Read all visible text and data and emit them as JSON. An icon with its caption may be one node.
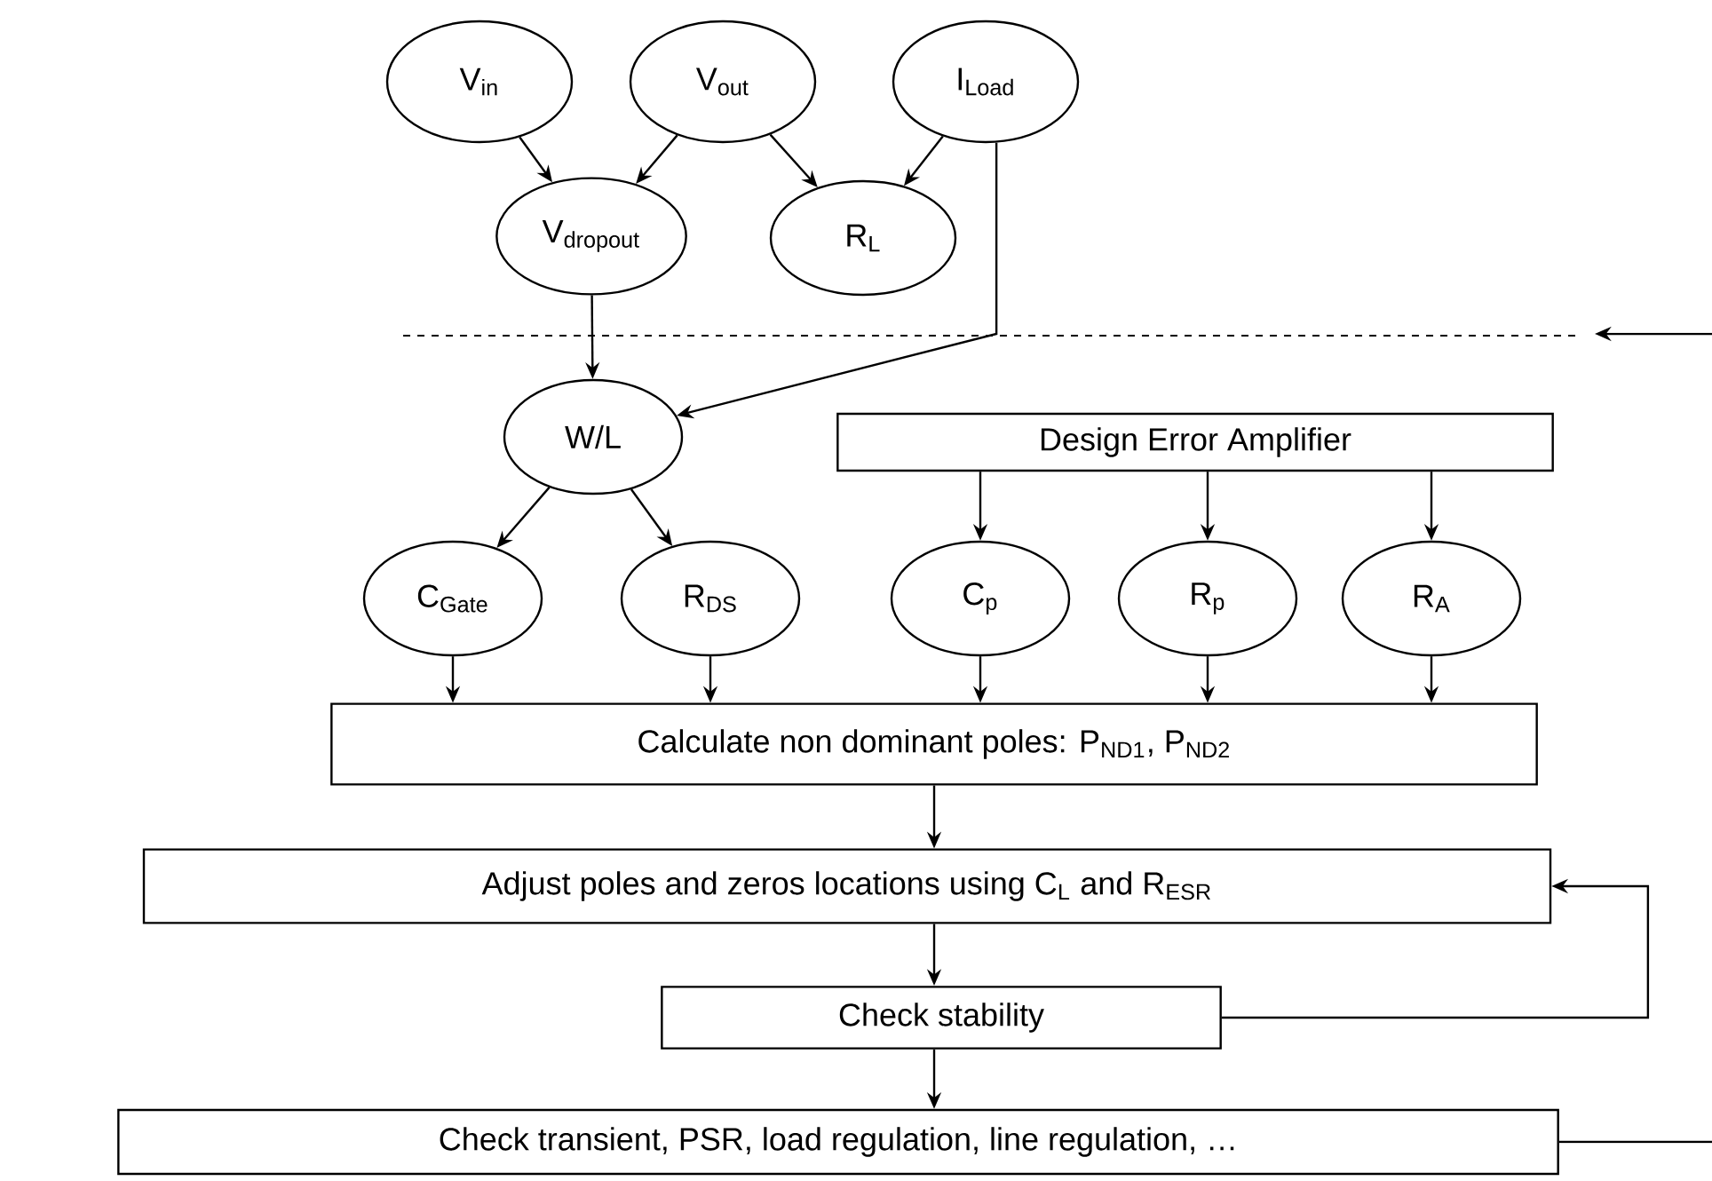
{
  "diagram": {
    "nodes": [
      {
        "text": [
          "V$_{in}$"
        ]
      },
      {
        "text": [
          "V$_{out}$"
        ]
      },
      {
        "text": [
          "I$_{Load}$"
        ]
      },
      {
        "text": [
          "V$_{dropout}$"
        ]
      },
      {
        "text": [
          "R$_{L}$"
        ]
      },
      {
        "text": [
          "W/L"
        ]
      },
      {
        "text": [
          "Design Error Amplifier"
        ]
      },
      {
        "text": [
          "C$_{Gate}$"
        ]
      },
      {
        "text": [
          "R$_{DS}$"
        ]
      },
      {
        "text": [
          "C$_{p}$"
        ]
      },
      {
        "text": [
          "R$_{p}$"
        ]
      },
      {
        "text": [
          "R$_{A}$"
        ]
      },
      {
        "text": [
          "Calculate non dominant poles: P$_{ND1}$, P$_{ND2}$"
        ]
      },
      {
        "text": [
          "Adjust poles and zeros locations using C$_{L}$ and R$_{ESR}$"
        ]
      },
      {
        "text": [
          "Check stability"
        ]
      },
      {
        "text": [
          "Check transient, PSR, load regulation, line regulation, …"
        ]
      }
    ],
    "edges": [
      {
        "from": 0,
        "to": 3,
        "arrow": "to"
      },
      {
        "from": 1,
        "to": 3,
        "arrow": "to"
      },
      {
        "from": 1,
        "to": 4,
        "arrow": "to"
      },
      {
        "from": 2,
        "to": 4,
        "arrow": "to"
      },
      {
        "from": 3,
        "to": 5,
        "arrow": "to"
      },
      {
        "from": 2,
        "to": 5,
        "arrow": "to"
      },
      {
        "from": 5,
        "to": 7,
        "arrow": "to"
      },
      {
        "from": 5,
        "to": 8,
        "arrow": "to"
      },
      {
        "from": 6,
        "to": 9,
        "arrow": "to"
      },
      {
        "from": 6,
        "to": 10,
        "arrow": "to"
      },
      {
        "from": 6,
        "to": 11,
        "arrow": "to"
      },
      {
        "from": 7,
        "to": 12,
        "arrow": "to"
      },
      {
        "from": 8,
        "to": 12,
        "arrow": "to"
      },
      {
        "from": 9,
        "to": 12,
        "arrow": "to"
      },
      {
        "from": 10,
        "to": 12,
        "arrow": "to"
      },
      {
        "from": 11,
        "to": 12,
        "arrow": "to"
      },
      {
        "from": 12,
        "to": 13,
        "arrow": "to"
      },
      {
        "from": 13,
        "to": 14,
        "arrow": "to"
      },
      {
        "from": 14,
        "to": 13,
        "arrow": "to"
      },
      {
        "from": 14,
        "to": 15,
        "arrow": "to"
      },
      {
        "from": 15,
        "to": null,
        "arrow": "to"
      }
    ]
  }
}
